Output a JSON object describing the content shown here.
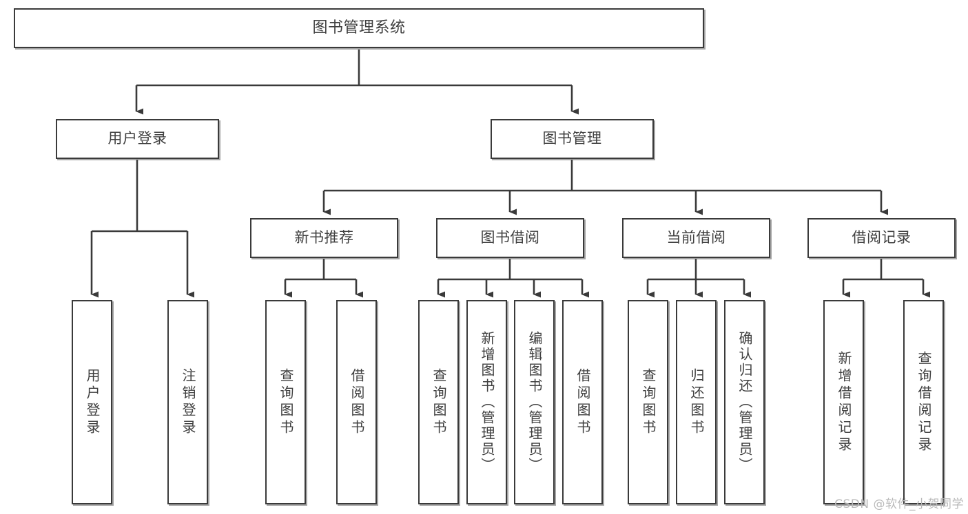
{
  "diagram": {
    "title_box": {
      "label": "图书管理系统"
    },
    "level1": [
      {
        "id": "user-login",
        "label": "用户登录"
      },
      {
        "id": "book-management",
        "label": "图书管理"
      }
    ],
    "level2": [
      {
        "id": "new-book-recommend",
        "label": "新书推荐"
      },
      {
        "id": "book-borrow",
        "label": "图书借阅"
      },
      {
        "id": "current-borrow",
        "label": "当前借阅"
      },
      {
        "id": "borrow-record",
        "label": "借阅记录"
      }
    ],
    "leaves": {
      "user_login": [
        {
          "id": "leaf-user-login",
          "label": "用户登录"
        },
        {
          "id": "leaf-logout-login",
          "label": "注销登录"
        }
      ],
      "new_book_recommend": [
        {
          "id": "leaf-query-book-1",
          "label": "查询图书"
        },
        {
          "id": "leaf-borrow-book-1",
          "label": "借阅图书"
        }
      ],
      "book_borrow": [
        {
          "id": "leaf-query-book-2",
          "label": "查询图书"
        },
        {
          "id": "leaf-add-book-admin",
          "label": "新增图书（管理员）"
        },
        {
          "id": "leaf-edit-book-admin",
          "label": "编辑图书（管理员）"
        },
        {
          "id": "leaf-borrow-book-2",
          "label": "借阅图书"
        }
      ],
      "current_borrow": [
        {
          "id": "leaf-query-book-3",
          "label": "查询图书"
        },
        {
          "id": "leaf-return-book",
          "label": "归还图书"
        },
        {
          "id": "leaf-confirm-return-admin",
          "label": "确认归还（管理员）"
        }
      ],
      "borrow_record": [
        {
          "id": "leaf-add-borrow-record",
          "label": "新增借阅记录"
        },
        {
          "id": "leaf-query-borrow-record",
          "label": "查询借阅记录"
        }
      ]
    },
    "watermark": {
      "text": "CSDN @软件_小贺同学"
    },
    "colors": {
      "stroke": "#3a3a3a",
      "text": "#404040",
      "background": "#ffffff",
      "watermark": "#b9b9b9"
    }
  }
}
